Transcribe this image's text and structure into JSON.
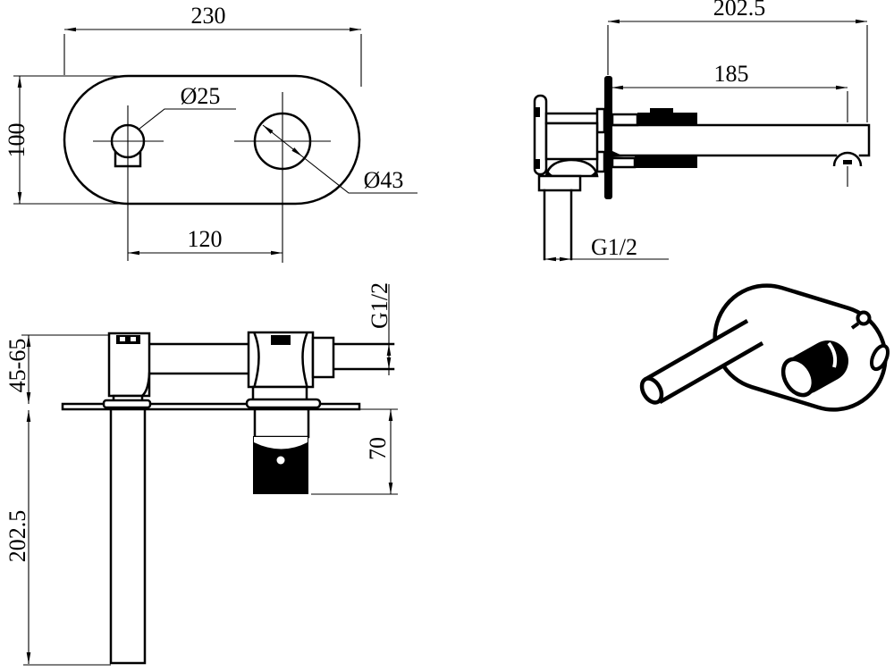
{
  "front_view": {
    "plate_width": "230",
    "plate_height": "100",
    "hole_spacing": "120",
    "handle_hole_diameter": "Ø25",
    "spout_hole_diameter": "Ø43"
  },
  "side_view": {
    "overall_depth": "202.5",
    "spout_reach": "185",
    "inlet_thread": "G1/2"
  },
  "installed_view": {
    "mounting_depth_range": "45-65",
    "spout_drop_length": "202.5",
    "handle_projection": "70",
    "inlet_thread": "G1/2"
  },
  "colors": {
    "line": "#000000",
    "background": "#ffffff"
  }
}
